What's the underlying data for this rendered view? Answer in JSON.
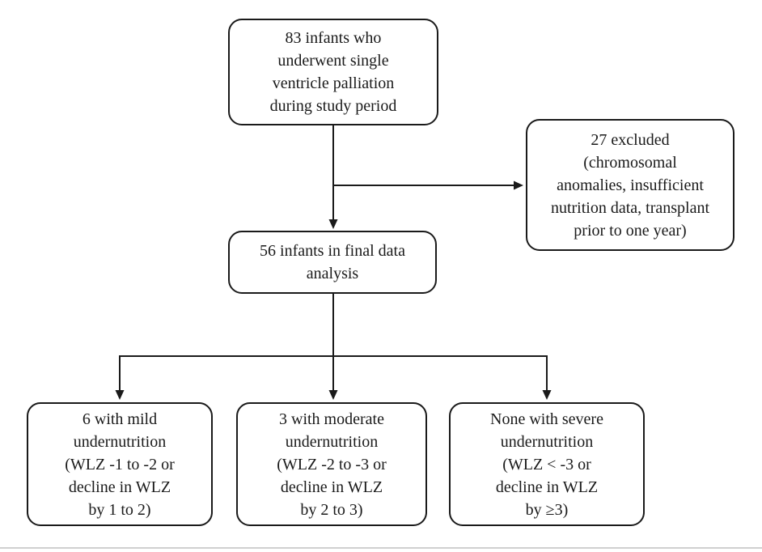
{
  "diagram": {
    "kind": "study-flowchart",
    "nodes": {
      "initial": {
        "text": "83 infants who\nunderwent single\nventricle palliation\nduring study period"
      },
      "excluded": {
        "text": "27 excluded\n(chromosomal\nanomalies, insufficient\nnutrition data, transplant\nprior to one year)"
      },
      "final": {
        "text": "56 infants in final data\nanalysis"
      },
      "mild": {
        "text": "6 with mild\nundernutrition\n(WLZ -1 to -2 or\ndecline in WLZ\nby 1 to 2)"
      },
      "moderate": {
        "text": "3 with moderate\nundernutrition\n(WLZ -2 to -3 or\ndecline in WLZ\nby 2 to 3)"
      },
      "severe": {
        "text": "None with severe\nundernutrition\n(WLZ < -3 or\ndecline in WLZ\nby ≥3)"
      }
    },
    "edges": [
      {
        "from": "initial",
        "to": "final",
        "arrow": true
      },
      {
        "from": "initial",
        "to": "excluded",
        "arrow": true
      },
      {
        "from": "final",
        "to": "mild",
        "arrow": true
      },
      {
        "from": "final",
        "to": "moderate",
        "arrow": true
      },
      {
        "from": "final",
        "to": "severe",
        "arrow": true
      }
    ]
  },
  "colors": {
    "border": "#1a1a1a",
    "text": "#1a1a1a",
    "background": "#ffffff",
    "connector": "#1a1a1a",
    "bottom_rule": "#d0d0d0"
  }
}
